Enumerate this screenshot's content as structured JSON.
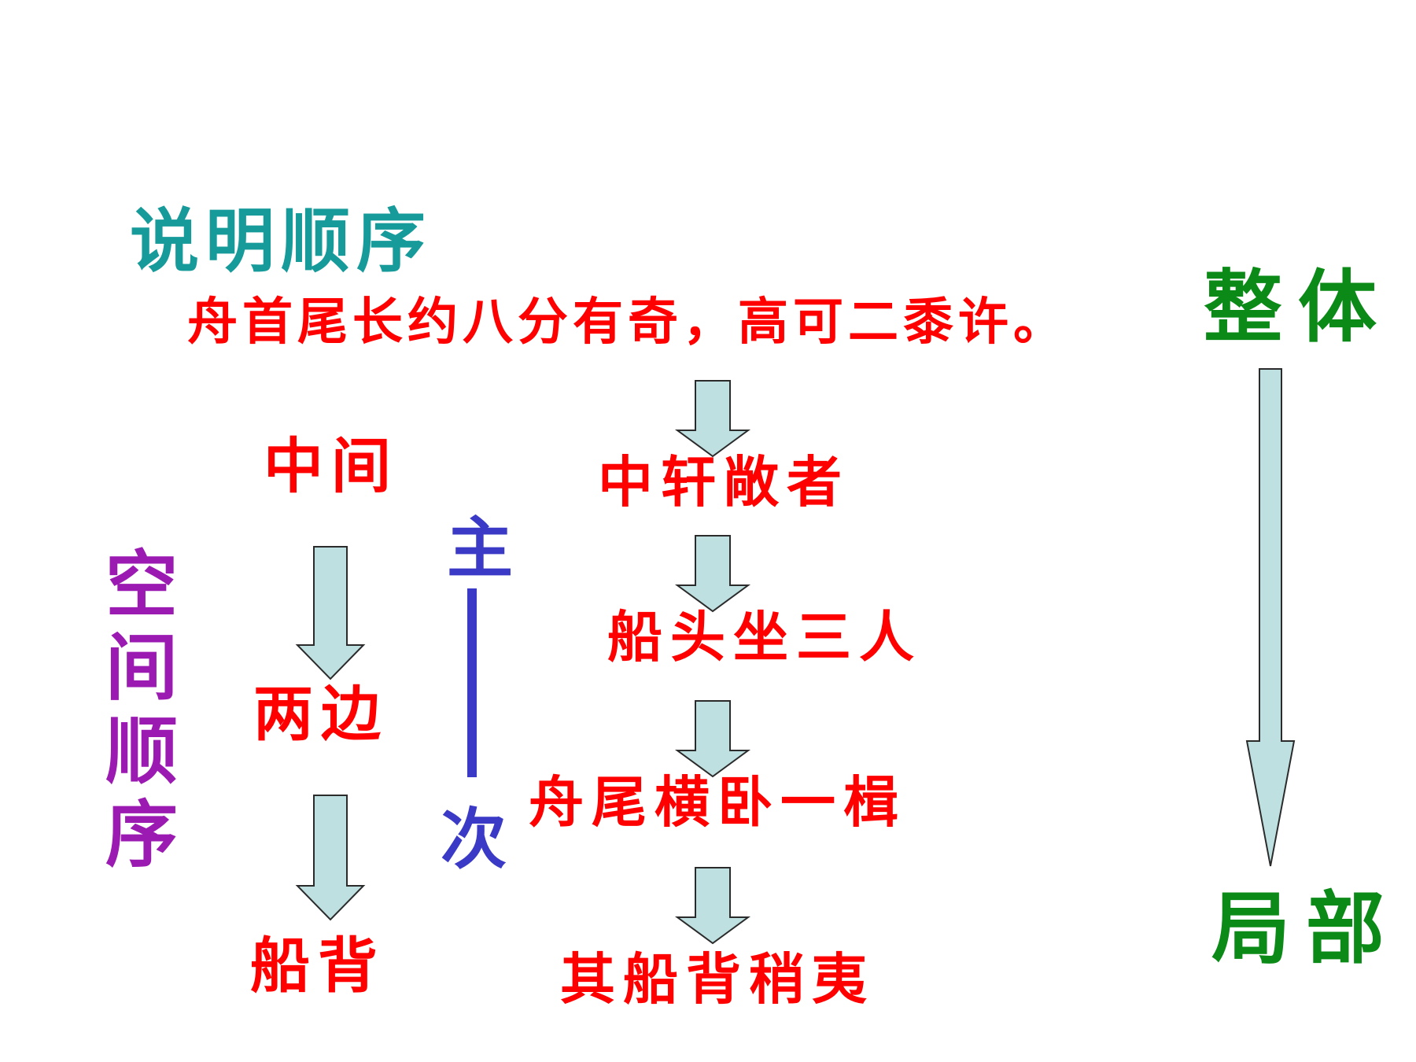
{
  "title": "说明顺序",
  "main_sentence": "舟首尾长约八分有奇，高可二黍许。",
  "whole_label": "整体",
  "part_label": "局部",
  "spatial_order": "空间顺序",
  "primary": "主",
  "secondary": "次",
  "left_chain": {
    "top": "中间",
    "middle": "两边",
    "bottom": "船背"
  },
  "center_chain": {
    "item_1": "中轩敞者",
    "item_2": "船头坐三人",
    "item_3": "舟尾横卧一楫",
    "item_4": "其船背稍夷"
  },
  "colors": {
    "teal": "#179a9a",
    "red": "#ff0000",
    "green": "#0b8a17",
    "purple": "#9b1ab2",
    "blue": "#3a3ac7",
    "arrow_fill": "#bfe0e0"
  }
}
